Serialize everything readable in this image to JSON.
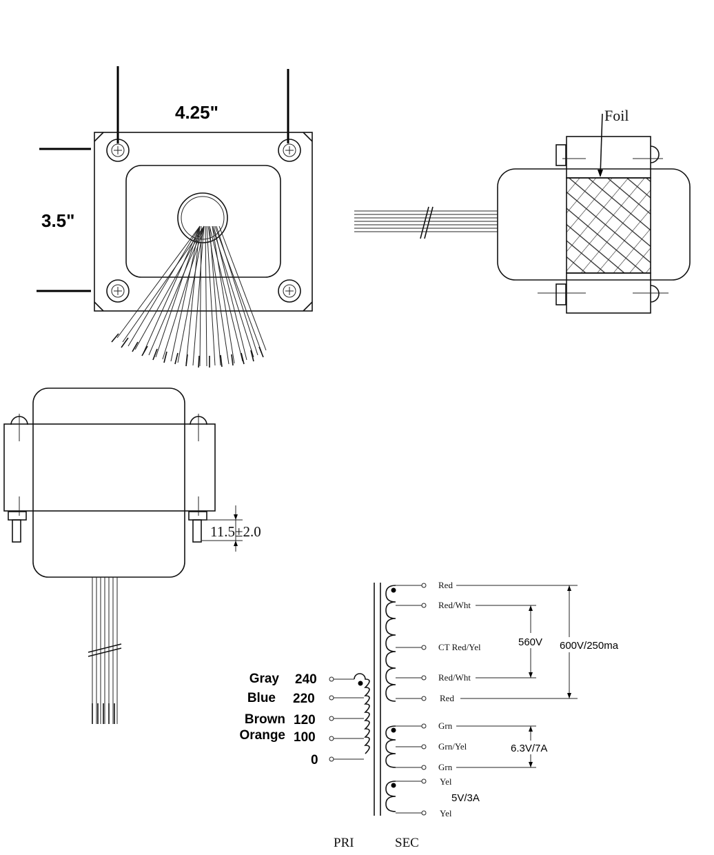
{
  "dimensions": {
    "width": "4.25\"",
    "height": "3.5\"",
    "foil": "Foil",
    "stud": "11.5±2.0"
  },
  "primary": {
    "taps": [
      {
        "color": "Gray",
        "voltage": "240"
      },
      {
        "color": "Blue",
        "voltage": "220"
      },
      {
        "color": "Brown",
        "voltage": "120"
      },
      {
        "color": "Orange",
        "voltage": "100"
      },
      {
        "color": "",
        "voltage": "0"
      }
    ],
    "label": "PRI"
  },
  "secondary": {
    "label": "SEC",
    "hv_leads": [
      "Red",
      "Red/Wht",
      "CT Red/Yel",
      "Red/Wht",
      "Red"
    ],
    "hv_ct_rating": "560V",
    "hv_rating": "600V/250ma",
    "fil_leads": [
      "Grn",
      "Grn/Yel",
      "Grn"
    ],
    "fil_rating": "6.3V/7A",
    "rect_leads": [
      "Yel",
      "Yel"
    ],
    "rect_rating": "5V/3A"
  }
}
